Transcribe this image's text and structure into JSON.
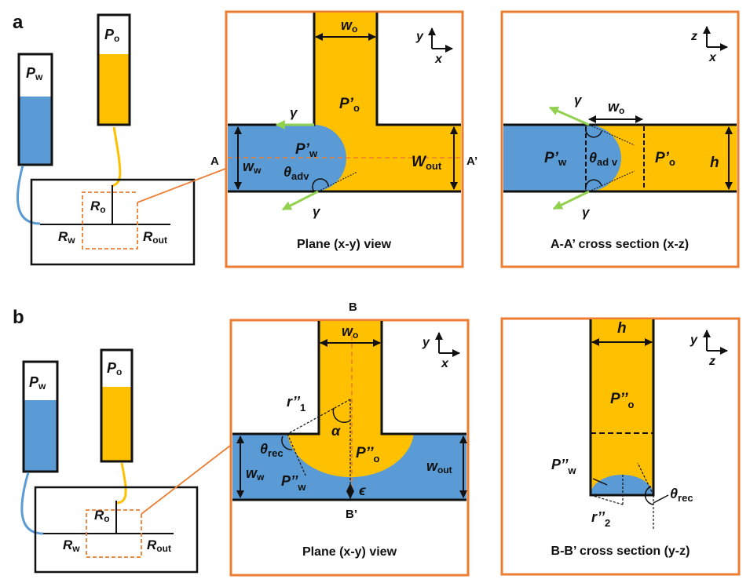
{
  "colors": {
    "water": "#5B9BD5",
    "oil": "#FFC000",
    "frame": "#ED7D31",
    "tension": "#92D050",
    "ink": "#111111"
  },
  "panel_a": {
    "letter": "a",
    "setup": {
      "reservoir_w": "P",
      "reservoir_w_sub": "w",
      "reservoir_o": "P",
      "reservoir_o_sub": "o",
      "r_o": "R",
      "r_o_sub": "o",
      "r_w": "R",
      "r_w_sub": "w",
      "r_out": "R",
      "r_out_sub": "out"
    },
    "plane_view": {
      "caption": "Plane (x-y) view",
      "axis_y": "y",
      "axis_x": "x",
      "w_o": "w",
      "w_o_sub": "o",
      "p_o": "P’",
      "p_o_sub": "o",
      "p_w": "P’",
      "p_w_sub": "w",
      "w_w": "w",
      "w_w_sub": "w",
      "theta": "θ",
      "theta_sub": "adv",
      "w_out": "W",
      "w_out_sub": "out",
      "gamma_top": "γ",
      "gamma_bottom": "γ",
      "section_a": "A",
      "section_a_prime": "A’"
    },
    "cross_section": {
      "caption": "A-A’ cross section (x-z)",
      "axis_z": "z",
      "axis_x": "x",
      "w_o": "w",
      "w_o_sub": "o",
      "p_w": "P’",
      "p_w_sub": "w",
      "p_o": "P’",
      "p_o_sub": "o",
      "theta": "θ",
      "theta_sub": "ad v",
      "h": "h",
      "gamma_top": "γ",
      "gamma_bottom": "γ"
    }
  },
  "panel_b": {
    "letter": "b",
    "setup": {
      "reservoir_w": "P",
      "reservoir_w_sub": "w",
      "reservoir_o": "P",
      "reservoir_o_sub": "o",
      "r_o": "R",
      "r_o_sub": "o",
      "r_w": "R",
      "r_w_sub": "w",
      "r_out": "R",
      "r_out_sub": "out"
    },
    "plane_view": {
      "caption": "Plane (x-y) view",
      "axis_y": "y",
      "axis_x": "x",
      "section_b": "B",
      "section_b_prime": "B’",
      "w_o": "w",
      "w_o_sub": "o",
      "r1": "r’’",
      "r1_sub": "1",
      "alpha": "α",
      "theta": "θ",
      "theta_sub": "rec",
      "p_o": "P’’",
      "p_o_sub": "o",
      "w_w": "w",
      "w_w_sub": "w",
      "p_w": "P’’",
      "p_w_sub": "w",
      "epsilon": "ϵ",
      "w_out": "w",
      "w_out_sub": "out"
    },
    "cross_section": {
      "caption": "B-B’ cross section (y-z)",
      "axis_y": "y",
      "axis_z": "z",
      "h": "h",
      "p_o": "P’’",
      "p_o_sub": "o",
      "p_w": "P’’",
      "p_w_sub": "w",
      "theta": "θ",
      "theta_sub": "rec",
      "r2": "r’’",
      "r2_sub": "2"
    }
  }
}
